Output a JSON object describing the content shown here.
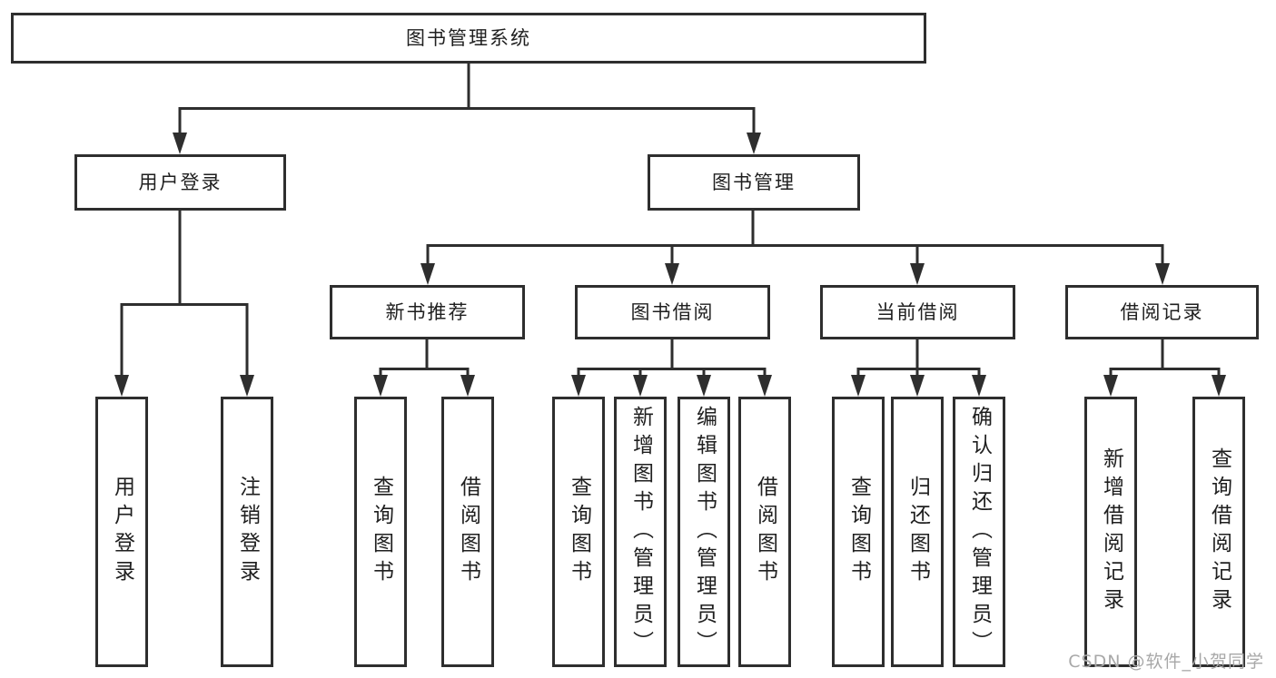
{
  "title": "图书管理系统",
  "tree": {
    "label": "图书管理系统",
    "children": [
      {
        "label": "用户登录",
        "children": [
          {
            "label": "用户登录"
          },
          {
            "label": "注销登录"
          }
        ]
      },
      {
        "label": "图书管理",
        "children": [
          {
            "label": "新书推荐",
            "children": [
              {
                "label": "查询图书"
              },
              {
                "label": "借阅图书"
              }
            ]
          },
          {
            "label": "图书借阅",
            "children": [
              {
                "label": "查询图书"
              },
              {
                "label": "新增图书（管理员）"
              },
              {
                "label": "编辑图书（管理员）"
              },
              {
                "label": "借阅图书"
              }
            ]
          },
          {
            "label": "当前借阅",
            "children": [
              {
                "label": "查询图书"
              },
              {
                "label": "归还图书"
              },
              {
                "label": "确认归还（管理员）"
              }
            ]
          },
          {
            "label": "借阅记录",
            "children": [
              {
                "label": "新增借阅记录"
              },
              {
                "label": "查询借阅记录"
              }
            ]
          }
        ]
      }
    ]
  },
  "watermark": "CSDN @软件_小贺同学",
  "colors": {
    "line": "#2e2e2e",
    "text": "#1f1f1f",
    "background": "#ffffff",
    "watermark": "#a8a8a8"
  }
}
